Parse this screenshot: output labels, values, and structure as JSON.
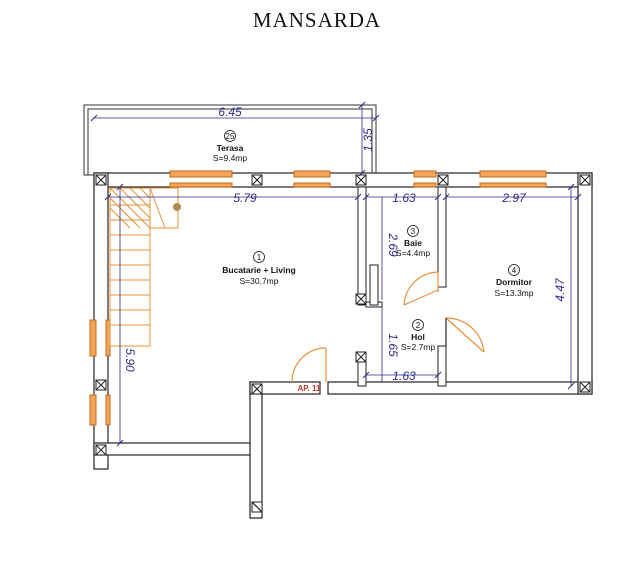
{
  "title": "MANSARDA",
  "dimensions": {
    "terrace_width": "6.45",
    "terrace_depth": "1.35",
    "living_width": "5.79",
    "bath_width": "1.63",
    "bedroom_width": "2.97",
    "bath_depth": "2.69",
    "bedroom_depth": "4.47",
    "hall_depth": "1.65",
    "hall_width": "1.63",
    "left_depth": "5.90"
  },
  "rooms": {
    "terasa": {
      "num": "25",
      "name": "Terasa",
      "area": "S=9.4mp"
    },
    "living": {
      "num": "1",
      "name": "Bucatarie + Living",
      "area": "S=30.7mp"
    },
    "baie": {
      "num": "3",
      "name": "Baie",
      "area": "S=4.4mp"
    },
    "dormitor": {
      "num": "4",
      "name": "Dormitor",
      "area": "S=13.3mp"
    },
    "hol": {
      "num": "2",
      "name": "Hol",
      "area": "S=2.7mp"
    }
  },
  "apartment_label": "AP. 11",
  "colors": {
    "wall": "#222222",
    "window": "#e8903a",
    "dimension": "#2b2b8c",
    "apartment": "#c0392b"
  }
}
